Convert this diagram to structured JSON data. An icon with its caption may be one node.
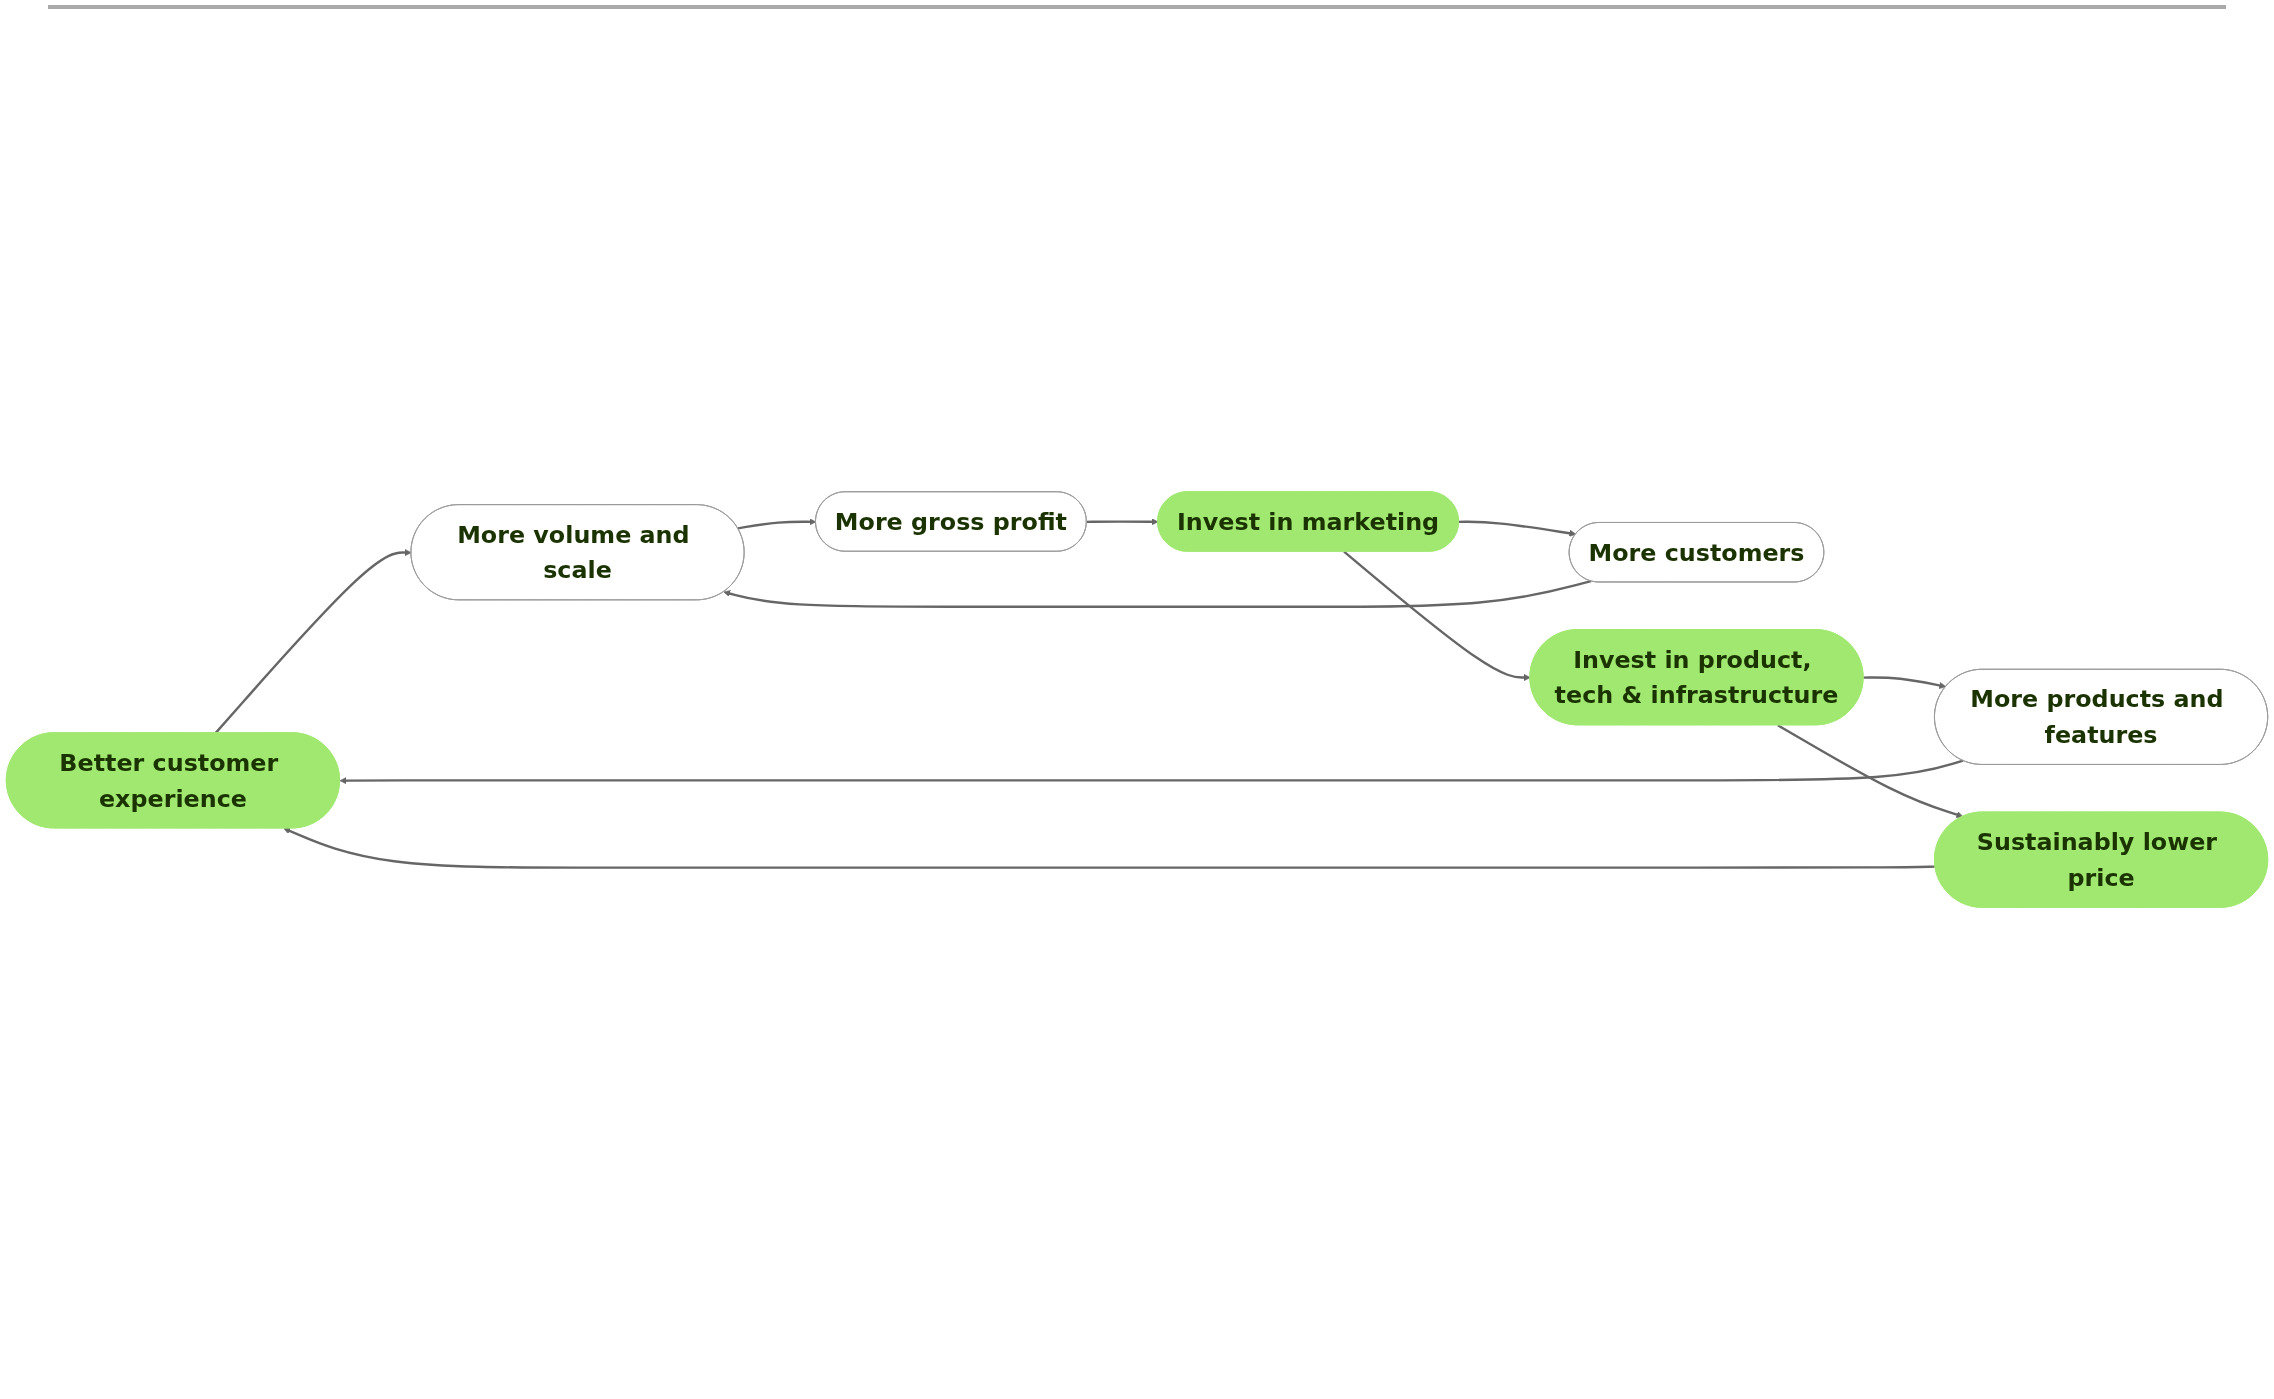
{
  "diagram": {
    "nodes": [
      {
        "text": [
          "Better customer experience"
        ]
      },
      {
        "text": [
          "More volume and scale"
        ]
      },
      {
        "text": [
          "More gross profit"
        ]
      },
      {
        "text": [
          "More customers"
        ]
      },
      {
        "text": [
          "Invest in marketing"
        ]
      },
      {
        "text": [
          "More products and features"
        ]
      },
      {
        "text": [
          "Invest in product, tech & infrastructure"
        ]
      },
      {
        "text": [
          "Sustainably lower price"
        ]
      }
    ],
    "edges": [
      {
        "from": 0,
        "to": 1,
        "arrow": "to"
      },
      {
        "from": 1,
        "to": 2,
        "arrow": "to"
      },
      {
        "from": 2,
        "to": 4,
        "arrow": "to"
      },
      {
        "from": 4,
        "to": 3,
        "arrow": "to"
      },
      {
        "from": 3,
        "to": 1,
        "arrow": "to"
      },
      {
        "from": 4,
        "to": 6,
        "arrow": "to"
      },
      {
        "from": 6,
        "to": 5,
        "arrow": "to"
      },
      {
        "from": 5,
        "to": 0,
        "arrow": "to"
      },
      {
        "from": 6,
        "to": 7,
        "arrow": "to"
      },
      {
        "from": 7,
        "to": 0,
        "arrow": "to"
      }
    ]
  }
}
